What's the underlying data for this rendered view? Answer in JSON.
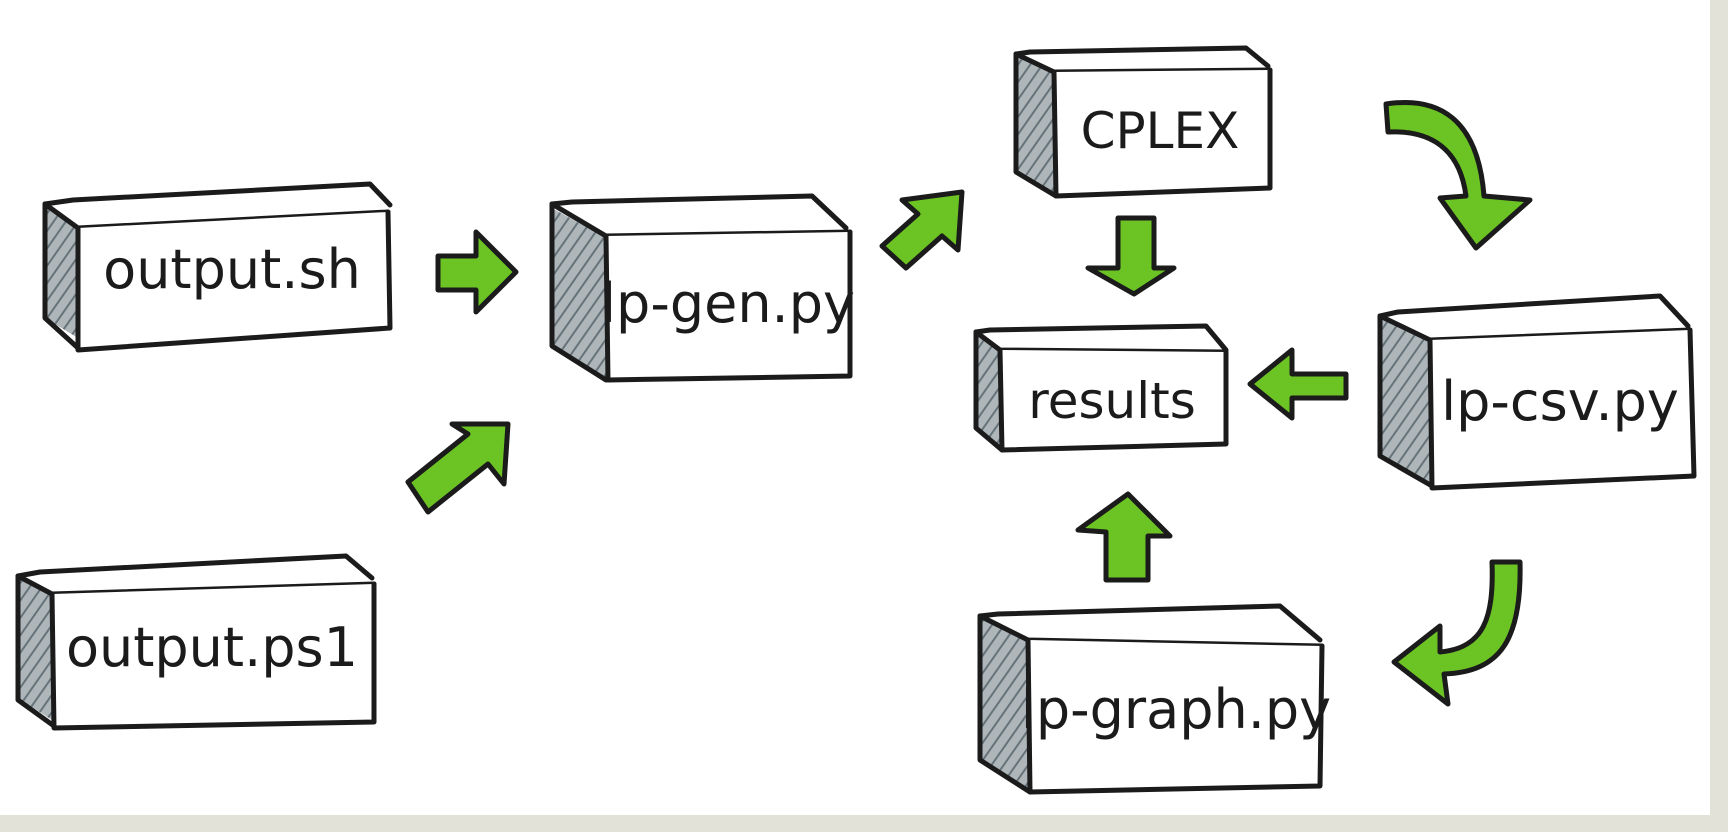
{
  "diagram": {
    "boxes": [
      {
        "id": "output_sh",
        "label": "output.sh"
      },
      {
        "id": "output_ps1",
        "label": "output.ps1"
      },
      {
        "id": "lp_gen",
        "label": "lp-gen.py"
      },
      {
        "id": "cplex",
        "label": "CPLEX"
      },
      {
        "id": "results",
        "label": "results"
      },
      {
        "id": "lp_csv",
        "label": "lp-csv.py"
      },
      {
        "id": "lp_graph",
        "label": "lp-graph.py"
      }
    ],
    "arrows": [
      {
        "from": "output_sh",
        "to": "lp_gen"
      },
      {
        "from": "output_ps1",
        "to": "lp_gen"
      },
      {
        "from": "lp_gen",
        "to": "cplex"
      },
      {
        "from": "cplex",
        "to": "results"
      },
      {
        "from": "cplex",
        "to": "lp_csv"
      },
      {
        "from": "lp_csv",
        "to": "results"
      },
      {
        "from": "lp_csv",
        "to": "lp_graph"
      },
      {
        "from": "lp_graph",
        "to": "results"
      }
    ],
    "colors": {
      "arrow_fill": "#6cc324",
      "ink": "#1b1b1b",
      "box_side": "#8b969a",
      "page_bg": "#ffffff",
      "frame_border": "#e2e2d8"
    }
  }
}
